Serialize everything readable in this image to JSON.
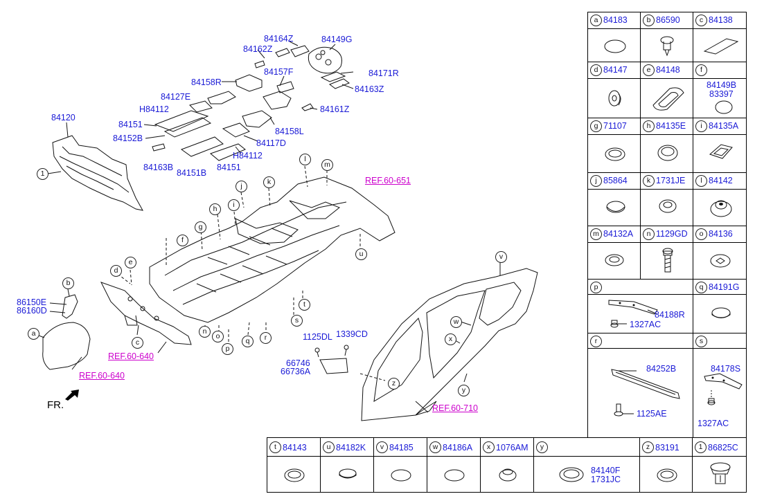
{
  "diagram_labels": {
    "p84120": "84120",
    "p84164Z": "84164Z",
    "p84149G": "84149G",
    "p84162Z": "84162Z",
    "p84171R": "84171R",
    "p84157F": "84157F",
    "p84158R": "84158R",
    "p84163Z": "84163Z",
    "p84127E": "84127E",
    "pH84112a": "H84112",
    "p84161Z": "84161Z",
    "p84151a": "84151",
    "p84158L": "84158L",
    "p84152B": "84152B",
    "p84117D": "84117D",
    "pH84112b": "H84112",
    "p84163B": "84163B",
    "p84151B": "84151B",
    "p84151b": "84151",
    "p86150E": "86150E",
    "p86160D": "86160D",
    "p1125DL": "1125DL",
    "p1339CD": "1339CD",
    "p66746": "66746",
    "p66736A": "66736A",
    "ref651": "REF.60-651",
    "ref640a": "REF.60-640",
    "ref640b": "REF.60-640",
    "ref710": "REF.60-710",
    "fr": "FR."
  },
  "callouts": {
    "c1": "1",
    "ca": "a",
    "cb": "b",
    "cc": "c",
    "cd": "d",
    "ce": "e",
    "cf": "f",
    "cg": "g",
    "ch": "h",
    "ci": "i",
    "cj": "j",
    "ck": "k",
    "cl": "l",
    "cm": "m",
    "cn": "n",
    "co": "o",
    "cp": "p",
    "cq": "q",
    "cr": "r",
    "cs": "s",
    "ct": "t",
    "cu": "u",
    "cv": "v",
    "cw": "w",
    "cx": "x",
    "cy": "y",
    "cz": "z"
  },
  "legend": {
    "a": {
      "key": "a",
      "part": "84183"
    },
    "b": {
      "key": "b",
      "part": "86590"
    },
    "c": {
      "key": "c",
      "part": "84138"
    },
    "d": {
      "key": "d",
      "part": "84147"
    },
    "e": {
      "key": "e",
      "part": "84148"
    },
    "f": {
      "key": "f",
      "part": "",
      "sub1": "84149B",
      "sub2": "83397"
    },
    "g": {
      "key": "g",
      "part": "71107"
    },
    "h": {
      "key": "h",
      "part": "84135E"
    },
    "i": {
      "key": "i",
      "part": "84135A"
    },
    "j": {
      "key": "j",
      "part": "85864"
    },
    "k": {
      "key": "k",
      "part": "1731JE"
    },
    "l": {
      "key": "l",
      "part": "84142"
    },
    "m": {
      "key": "m",
      "part": "84132A"
    },
    "n": {
      "key": "n",
      "part": "1129GD"
    },
    "o": {
      "key": "o",
      "part": "84136"
    },
    "p": {
      "key": "p",
      "part": "",
      "sub1": "84188R",
      "sub2": "1327AC"
    },
    "q": {
      "key": "q",
      "part": "84191G"
    },
    "r": {
      "key": "r",
      "part": "",
      "sub1": "84252B",
      "sub2": "1125AE"
    },
    "s": {
      "key": "s",
      "part": "",
      "sub1": "84178S",
      "sub2": "1327AC"
    },
    "t": {
      "key": "t",
      "part": "84143"
    },
    "u": {
      "key": "u",
      "part": "84182K"
    },
    "v": {
      "key": "v",
      "part": "84185"
    },
    "w": {
      "key": "w",
      "part": "84186A"
    },
    "x": {
      "key": "x",
      "part": "1076AM"
    },
    "y": {
      "key": "y",
      "part": "",
      "sub1": "84140F",
      "sub2": "1731JC"
    },
    "z": {
      "key": "z",
      "part": "83191"
    },
    "one": {
      "key": "1",
      "part": "86825C"
    }
  },
  "colors": {
    "part_number": "#1a1ad6",
    "reference": "#cc00cc",
    "line": "#000000"
  }
}
